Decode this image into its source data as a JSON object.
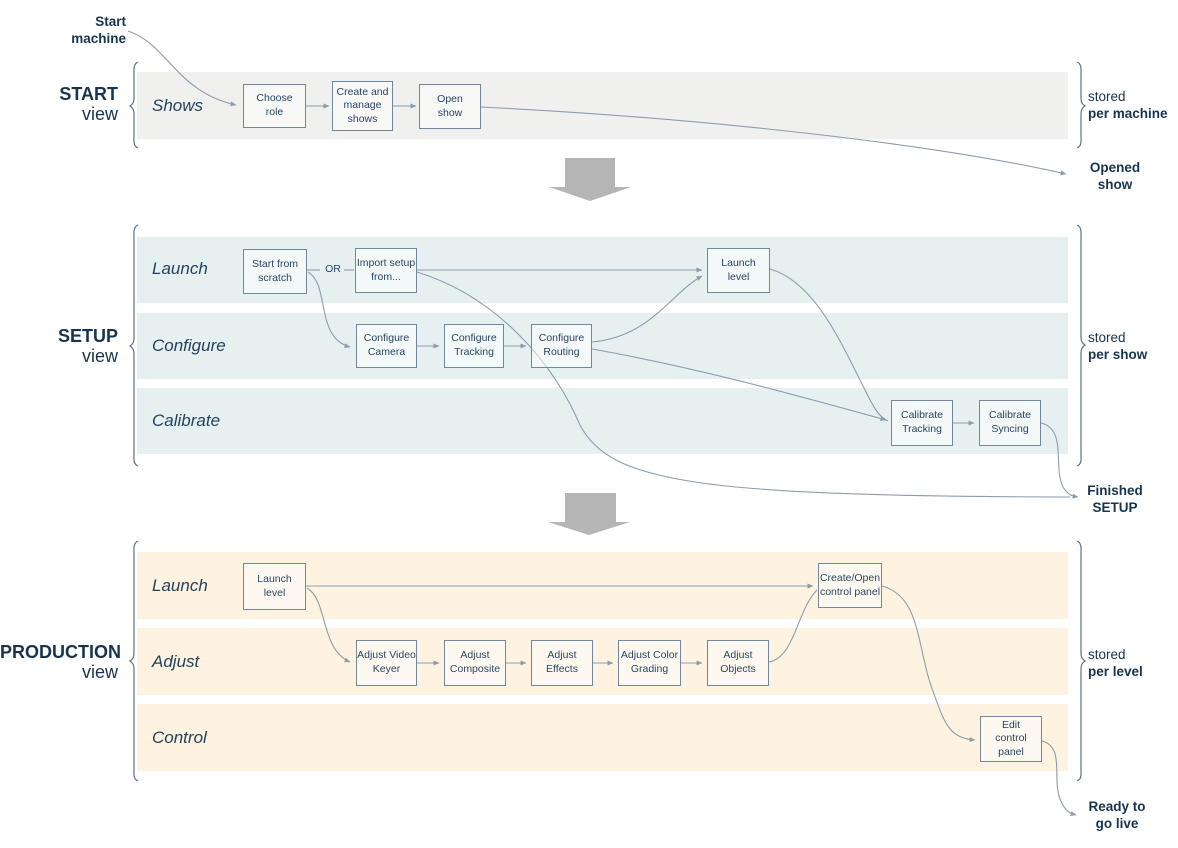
{
  "annotations": {
    "start_machine": "Start\nmachine",
    "opened_show": "Opened\nshow",
    "finished_setup": "Finished\nSETUP",
    "ready_go_live": "Ready to\ngo live"
  },
  "sections": {
    "start": {
      "title": "START",
      "subtitle": "view",
      "stored": "stored",
      "scope": "per machine",
      "lanes": {
        "shows": "Shows"
      }
    },
    "setup": {
      "title": "SETUP",
      "subtitle": "view",
      "stored": "stored",
      "scope": "per show",
      "or_label": "OR",
      "lanes": {
        "launch": "Launch",
        "configure": "Configure",
        "calibrate": "Calibrate"
      }
    },
    "production": {
      "title": "PRODUCTION",
      "subtitle": "view",
      "stored": "stored",
      "scope": "per level",
      "lanes": {
        "launch": "Launch",
        "adjust": "Adjust",
        "control": "Control"
      }
    }
  },
  "boxes": {
    "choose_role": "Choose\nrole",
    "create_manage_shows": "Create and\nmanage\nshows",
    "open_show": "Open\nshow",
    "start_from_scratch": "Start from\nscratch",
    "import_setup_from": "Import setup\nfrom...",
    "launch_level_setup": "Launch\nlevel",
    "configure_camera": "Configure\nCamera",
    "configure_tracking": "Configure\nTracking",
    "configure_routing": "Configure\nRouting",
    "calibrate_tracking": "Calibrate\nTracking",
    "calibrate_syncing": "Calibrate\nSyncing",
    "launch_level_prod": "Launch\nlevel",
    "create_open_panel": "Create/Open\ncontrol panel",
    "adjust_video_keyer": "Adjust Video\nKeyer",
    "adjust_composite": "Adjust\nComposite",
    "adjust_effects": "Adjust\nEffects",
    "adjust_color_grading": "Adjust Color\nGrading",
    "adjust_objects": "Adjust\nObjects",
    "edit_control_panel": "Edit\ncontrol panel"
  },
  "colors": {
    "start_band": "#f0f0ef",
    "setup_band": "#e7f0f1",
    "production_band": "#fdf3e0",
    "box_border": "#72879a",
    "connector": "#8d9cab",
    "text_dark": "#17344f",
    "flow_arrow": "#b5b5b5"
  }
}
